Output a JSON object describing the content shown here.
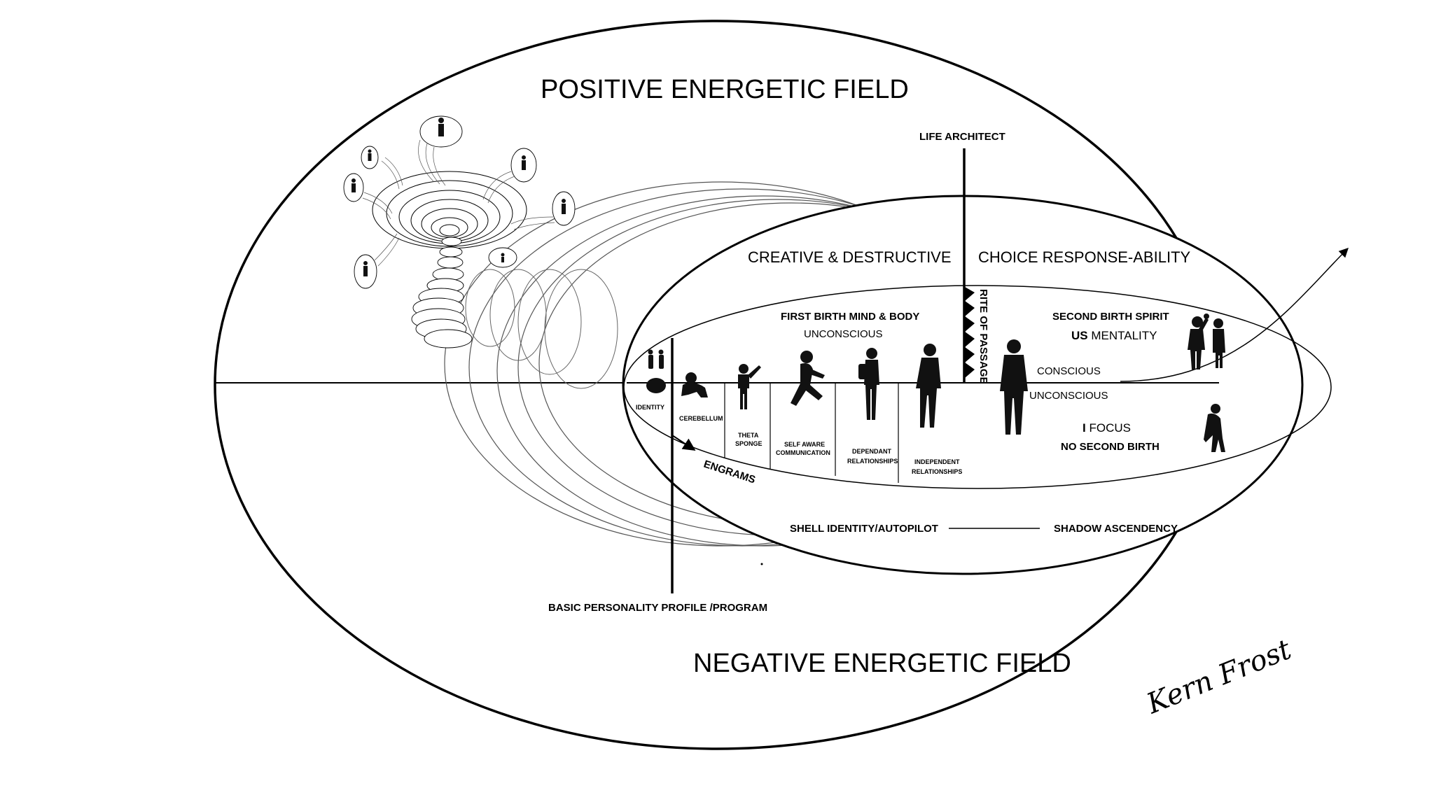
{
  "fields": {
    "positive": "POSITIVE ENERGETIC FIELD",
    "negative": "NEGATIVE ENERGETIC FIELD"
  },
  "life_architect": "LIFE ARCHITECT",
  "rite_of_passage": "RITE OF PASSAGE",
  "inner_labels": {
    "creative": "CREATIVE & DESTRUCTIVE",
    "choice": "CHOICE RESPONSE-ABILITY",
    "first_birth": "FIRST BIRTH MIND & BODY",
    "unconscious_top": "UNCONSCIOUS",
    "second_birth": "SECOND BIRTH SPIRIT",
    "us_strong": "US",
    "us_rest": " MENTALITY",
    "conscious": "CONSCIOUS",
    "unconscious_right": "UNCONSCIOUS",
    "i_strong": "I",
    "i_rest": " FOCUS",
    "no_second_birth": "NO SECOND BIRTH",
    "engrams": "ENGRAMS",
    "shell_identity": "SHELL IDENTITY/AUTOPILOT",
    "shadow": "SHADOW ASCENDENCY",
    "basic_profile": "BASIC PERSONALITY PROFILE /PROGRAM"
  },
  "stages": [
    "IDENTITY",
    "CEREBELLUM",
    "THETA",
    "SPONGE",
    "SELF AWARE",
    "COMMUNICATION",
    "DEPENDANT",
    "RELATIONSHIPS",
    "INDEPENDENT",
    "RELATIONSHIPS"
  ],
  "signature": "Kern Frost",
  "icons": [
    "brain-icon",
    "couple-icon",
    "baby-icon",
    "toddler-icon",
    "running-child-icon",
    "student-icon",
    "teen-icon",
    "man-icon",
    "father-child-icon",
    "old-man-icon",
    "arrow-icon"
  ]
}
